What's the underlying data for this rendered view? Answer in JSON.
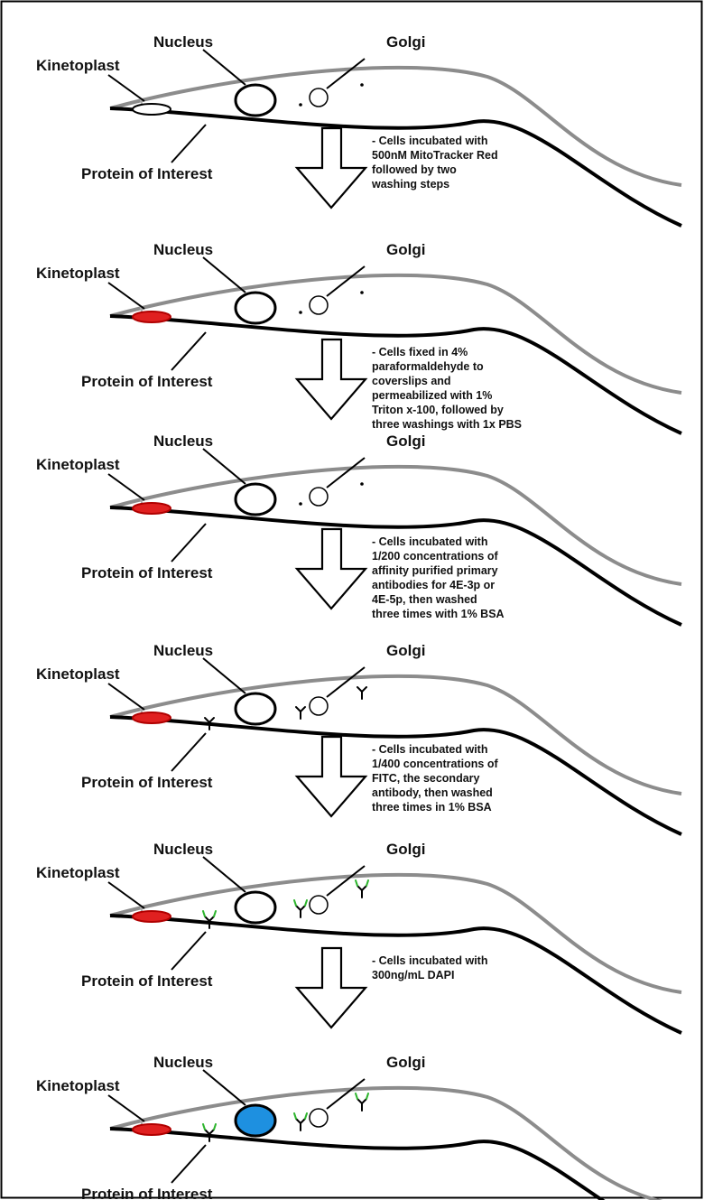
{
  "labels": {
    "kinetoplast": "Kinetoplast",
    "nucleus": "Nucleus",
    "golgi": "Golgi",
    "protein": "Protein of Interest"
  },
  "colors": {
    "kinetoplast_stained": "#e02020",
    "nucleus_dapi": "#1e90e0",
    "antibody_primary": "#000000",
    "antibody_secondary": "#2db52d",
    "upper_membrane": "#8c8c8c",
    "lower_membrane": "#000000"
  },
  "panels": [
    {
      "kinetoplast_stained": false,
      "antibody": "none",
      "nucleus_stained": false
    },
    {
      "kinetoplast_stained": true,
      "antibody": "none",
      "nucleus_stained": false
    },
    {
      "kinetoplast_stained": true,
      "antibody": "none",
      "nucleus_stained": false
    },
    {
      "kinetoplast_stained": true,
      "antibody": "primary",
      "nucleus_stained": false
    },
    {
      "kinetoplast_stained": true,
      "antibody": "secondary",
      "nucleus_stained": false
    },
    {
      "kinetoplast_stained": true,
      "antibody": "secondary",
      "nucleus_stained": true
    }
  ],
  "steps": [
    [
      "- Cells incubated with",
      "500nM MitoTracker Red",
      "followed by two",
      "washing steps"
    ],
    [
      "- Cells fixed in 4%",
      "paraformaldehyde to",
      "coverslips and",
      "permeabilized with 1%",
      "Triton x-100, followed by",
      "three washings with 1x PBS"
    ],
    [
      "- Cells incubated with",
      "1/200 concentrations of",
      "affinity purified primary",
      "antibodies for 4E-3p or",
      "4E-5p, then washed",
      "three times with 1% BSA"
    ],
    [
      "- Cells incubated with",
      "1/400 concentrations of",
      "FITC, the secondary",
      "antibody, then washed",
      "three times in 1% BSA"
    ],
    [
      "- Cells incubated with",
      "300ng/mL DAPI"
    ]
  ]
}
